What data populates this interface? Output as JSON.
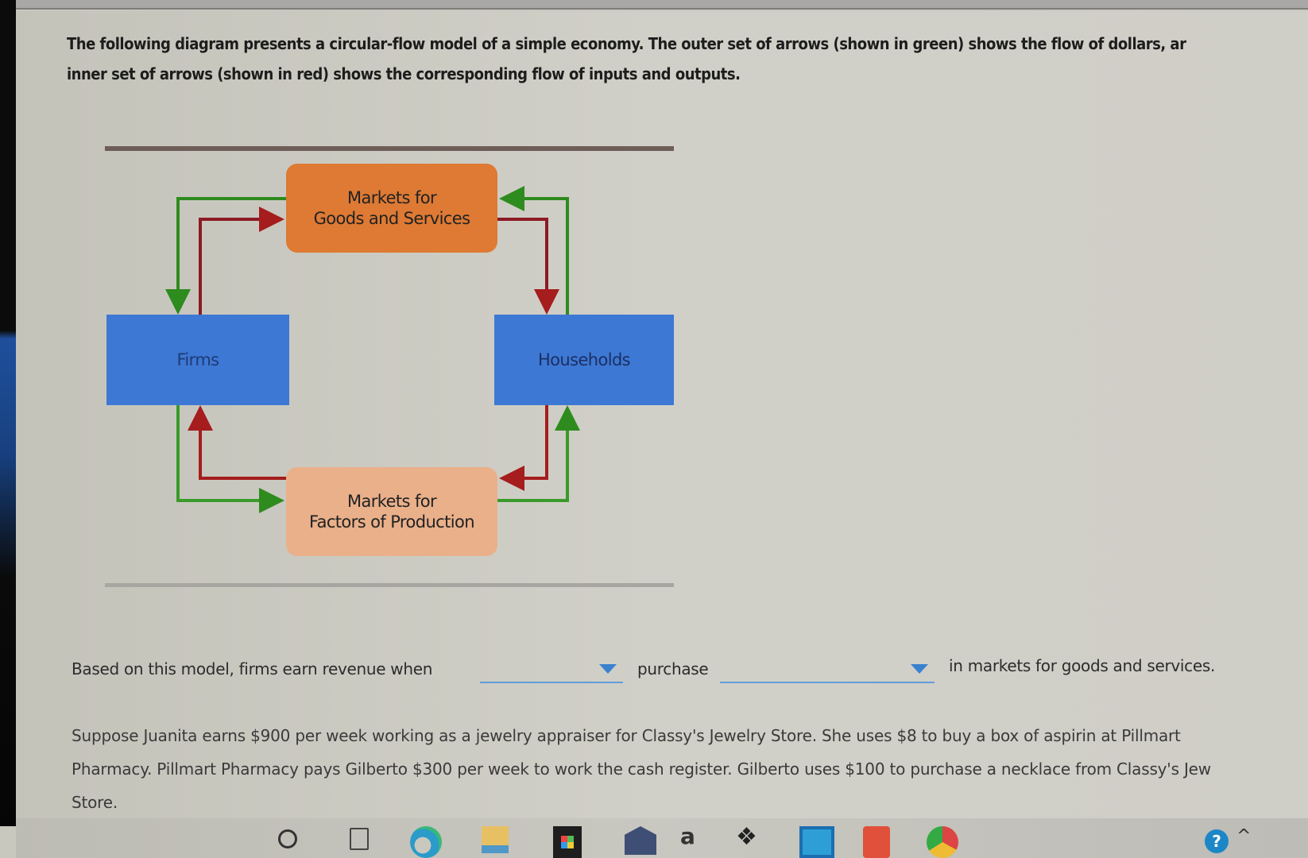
{
  "intro": {
    "line1": "The following diagram presents a circular-flow model of a simple economy. The outer set of arrows (shown in green) shows the flow of dollars, ar",
    "line2": "inner set of arrows (shown in red) shows the corresponding flow of inputs and outputs."
  },
  "diagram": {
    "goods_market": {
      "line1": "Markets for",
      "line2": "Goods and Services"
    },
    "factors_market": {
      "line1": "Markets for",
      "line2": "Factors of Production"
    },
    "firms": "Firms",
    "households": "Households",
    "colors": {
      "outer_dollar_flow": "#2e8b1e",
      "inner_goods_flow": "#a51d1d",
      "goods_market": "#de7a34",
      "factors_market": "#e9b08a",
      "agents": "#3d78d4"
    }
  },
  "question": {
    "prefix": "Based on this model, firms earn revenue when",
    "dropdown1": {
      "selected": ""
    },
    "middle": "purchase",
    "dropdown2": {
      "selected": ""
    },
    "suffix": "in markets for goods and services."
  },
  "scenario": {
    "line1": "Suppose Juanita earns $900 per week working as a jewelry appraiser for Classy's Jewelry Store. She uses $8 to buy a box of aspirin at Pillmart",
    "line2": "Pharmacy. Pillmart Pharmacy pays Gilberto $300 per week to work the cash register. Gilberto uses $100 to purchase a necklace from Classy's Jew",
    "line3": "Store."
  },
  "taskbar": {
    "icons": [
      "cortana-icon",
      "task-view-icon",
      "edge-icon",
      "file-explorer-icon",
      "store-icon",
      "mail-icon",
      "amazon-icon",
      "dropbox-icon",
      "camera-icon",
      "office-icon",
      "chrome-icon",
      "help-icon",
      "chevron-up-icon"
    ],
    "amazon_glyph": "a",
    "dropbox_glyph": "❖",
    "help_glyph": "?",
    "chevron_glyph": "^"
  }
}
